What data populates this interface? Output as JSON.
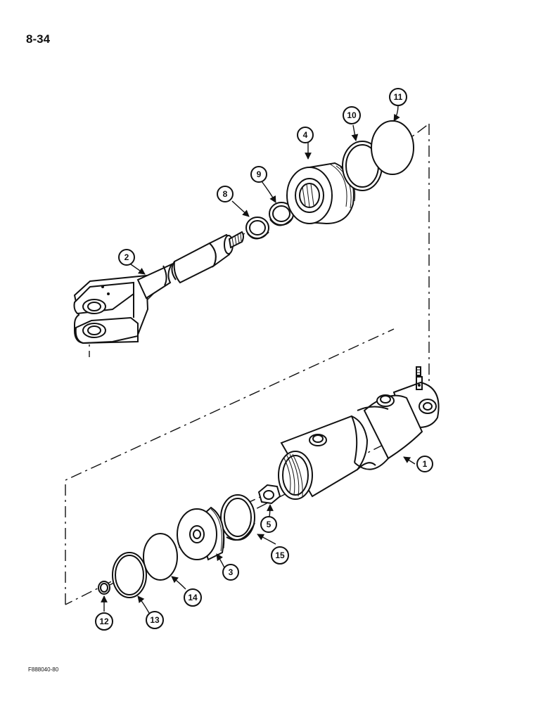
{
  "page": {
    "number": "8-34",
    "figure_code": "F888040-80"
  },
  "callouts": {
    "c1": "1",
    "c2": "2",
    "c3": "3",
    "c4": "4",
    "c5": "5",
    "c8": "8",
    "c9": "9",
    "c10": "10",
    "c11": "11",
    "c12": "12",
    "c13": "13",
    "c14": "14",
    "c15": "15"
  },
  "colors": {
    "ink": "#111111",
    "paper": "#ffffff"
  }
}
